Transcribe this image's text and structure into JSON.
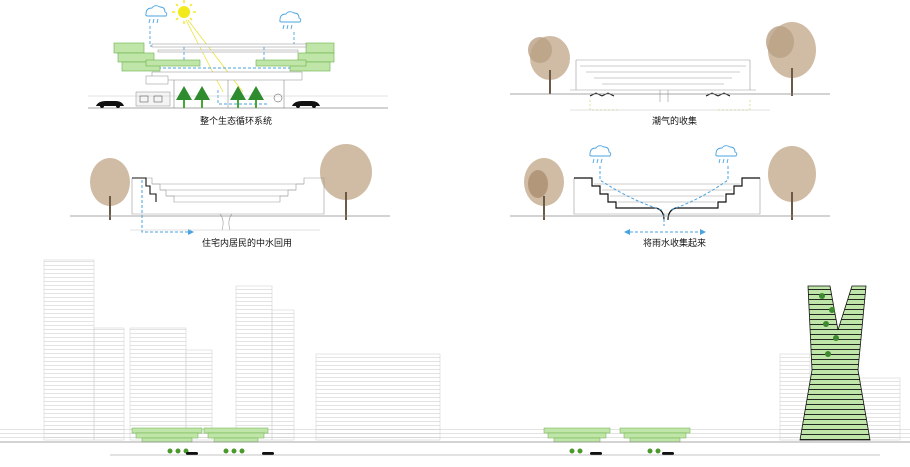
{
  "captions": {
    "p1": "整个生态循环系统",
    "p2": "潮气的收集",
    "p3": "住宅内居民的中水回用",
    "p4": "将雨水收集起来"
  },
  "colors": {
    "green": "#bfe6a8",
    "green_dark": "#6cae4a",
    "blue": "#4aa3e0",
    "sun": "#f2ea1a",
    "tree_dry": "#cbb59a",
    "line": "#8a8a8a",
    "line_dark": "#111111"
  },
  "icons": [
    "sun-icon",
    "cloud-rain-icon",
    "tree-icon",
    "car-icon"
  ]
}
